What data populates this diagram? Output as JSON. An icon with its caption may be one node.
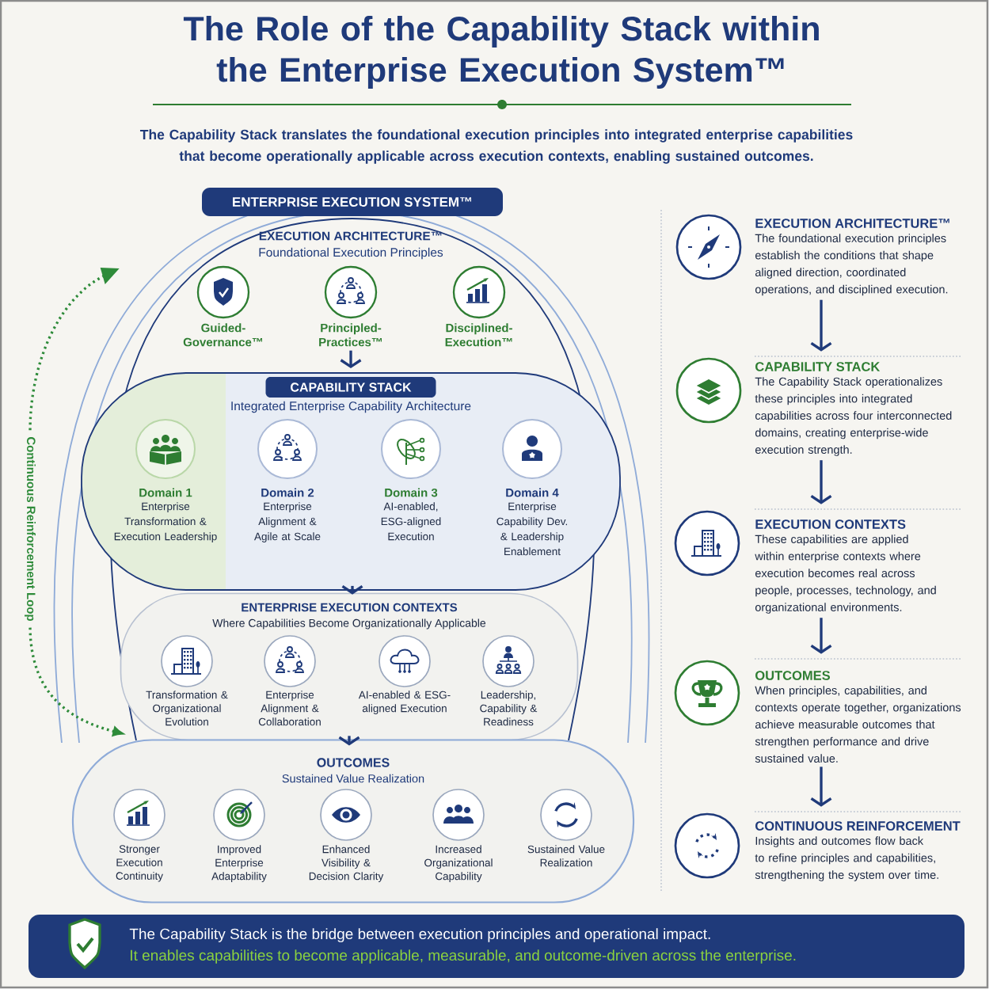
{
  "diagram": {
    "title": "The Role of the Capability Stack within the Enterprise Execution System™",
    "nodes": [
      {
        "text": [
          "ENTERPRISE EXECUTION SYSTEM™"
        ]
      },
      {
        "text": [
          "EXECUTION ARCHITECTURE™",
          "Foundational Execution Principles"
        ],
        "in": 0
      },
      {
        "text": [
          "Guided-Governance™"
        ],
        "in": 1
      },
      {
        "text": [
          "Principled-Practices™"
        ],
        "in": 1
      },
      {
        "text": [
          "Disciplined-Execution™"
        ],
        "in": 1
      },
      {
        "text": [
          "CAPABILITY STACK",
          "Integrated Enterprise Capability Architecture"
        ],
        "in": 1
      },
      {
        "text": [
          "Domain 1",
          "Enterprise Transformation & Execution Leadership"
        ],
        "in": 5
      },
      {
        "text": [
          "Domain 2",
          "Enterprise Alignment & Agile at Scale"
        ],
        "in": 5
      },
      {
        "text": [
          "Domain 3",
          "AI-enabled, ESG-aligned Execution"
        ],
        "in": 5
      },
      {
        "text": [
          "Domain 4",
          "Enterprise Capability Dev. & Leadership Enablement"
        ],
        "in": 5
      },
      {
        "text": [
          "ENTERPRISE EXECUTION CONTEXTS",
          "Where Capabilities Become Organizationally Applicable"
        ],
        "in": 1
      },
      {
        "text": [
          "Transformation & Organizational Evolution"
        ],
        "in": 10
      },
      {
        "text": [
          "Enterprise Alignment & Collaboration"
        ],
        "in": 10
      },
      {
        "text": [
          "AI-enabled & ESG-aligned Execution"
        ],
        "in": 10
      },
      {
        "text": [
          "Leadership, Capability & Readiness"
        ],
        "in": 10
      },
      {
        "text": [
          "OUTCOMES",
          "Sustained Value Realization"
        ]
      },
      {
        "text": [
          "Stronger Execution Continuity"
        ],
        "in": 15
      },
      {
        "text": [
          "Improved Enterprise Adaptability"
        ],
        "in": 15
      },
      {
        "text": [
          "Enhanced Visibility & Decision Clarity"
        ],
        "in": 15
      },
      {
        "text": [
          "Increased Organizational Capability"
        ],
        "in": 15
      },
      {
        "text": [
          "Sustained Value Realization"
        ],
        "in": 15
      },
      {
        "text": [
          "EXECUTION ARCHITECTURE™",
          "The foundational execution principles establish the conditions that shape aligned direction, coordinated operations, and disciplined execution."
        ]
      },
      {
        "text": [
          "CAPABILITY STACK",
          "The Capability Stack operationalizes these principles into integrated capabilities across four interconnected domains, creating enterprise-wide execution strength."
        ]
      },
      {
        "text": [
          "EXECUTION CONTEXTS",
          "These capabilities are applied within enterprise contexts where execution becomes real across people, processes, technology, and organizational environments."
        ]
      },
      {
        "text": [
          "OUTCOMES",
          "When principles, capabilities, and contexts operate together, organizations achieve measurable outcomes that strengthen performance and drive sustained value."
        ]
      },
      {
        "text": [
          "CONTINUOUS REINFORCEMENT",
          "Insights and outcomes flow back to refine principles and capabilities, strengthening the system over time."
        ]
      },
      {
        "text": [
          "The Capability Stack is the bridge between execution principles and operational impact.",
          "It enables capabilities to become applicable, measurable, and outcome-driven across the enterprise."
        ]
      }
    ],
    "edges": [
      {
        "from": 15,
        "to": 0,
        "arrow": "both",
        "label": "Continuous Reinforcement Loop",
        "style": "dashed",
        "color": "#2e8b3a"
      },
      {
        "from": 3,
        "to": 5,
        "arrow": "to"
      },
      {
        "from": 5,
        "to": 10,
        "arrow": "to"
      },
      {
        "from": 10,
        "to": 15,
        "arrow": "to"
      },
      {
        "from": 21,
        "to": 22,
        "arrow": "to"
      },
      {
        "from": 22,
        "to": 23,
        "arrow": "to"
      },
      {
        "from": 23,
        "to": 24,
        "arrow": "to"
      },
      {
        "from": 24,
        "to": 25,
        "arrow": "to"
      }
    ],
    "labels": [
      "The Capability Stack translates the foundational execution principles into integrated enterprise capabilities that become operationally applicable across execution contexts, enabling sustained outcomes."
    ]
  }
}
